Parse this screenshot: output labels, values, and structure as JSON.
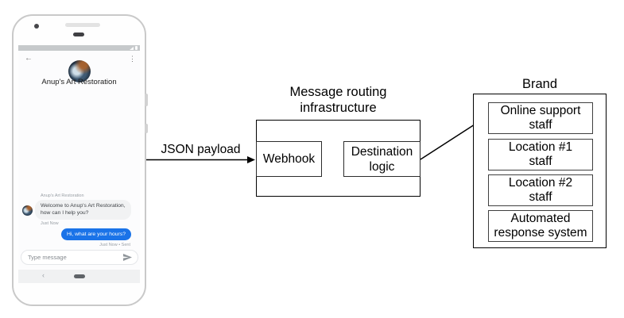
{
  "phone": {
    "status_bar": {
      "icons": [
        "signal-icon",
        "battery-icon"
      ]
    },
    "header": {
      "back_glyph": "←",
      "menu_glyph": "⋮",
      "title": "Anup's Art Restoration"
    },
    "chat": {
      "sender_label": "Anup's Art Restoration",
      "incoming": {
        "text": "Welcome to Anup's Art Restoration,\nhow can I help you?",
        "timestamp": "Just Now"
      },
      "outgoing": {
        "text": "Hi, what are your hours?",
        "status": "Just Now • Sent"
      }
    },
    "composer": {
      "placeholder": "Type message",
      "send_icon": "send-icon"
    },
    "nav": {
      "back_glyph": "‹"
    }
  },
  "diagram": {
    "payload_label": "JSON payload",
    "routing": {
      "title": "Message routing\ninfrastructure",
      "webhook": "Webhook",
      "destination": "Destination\nlogic"
    },
    "brand": {
      "title": "Brand",
      "items": [
        "Online support\nstaff",
        "Location #1\nstaff",
        "Location #2\nstaff",
        "Automated\nresponse system"
      ]
    }
  },
  "colors": {
    "outgoing_bubble": "#1a73e8",
    "incoming_bubble": "#f1f2f3",
    "diagram_stroke": "#000000"
  }
}
